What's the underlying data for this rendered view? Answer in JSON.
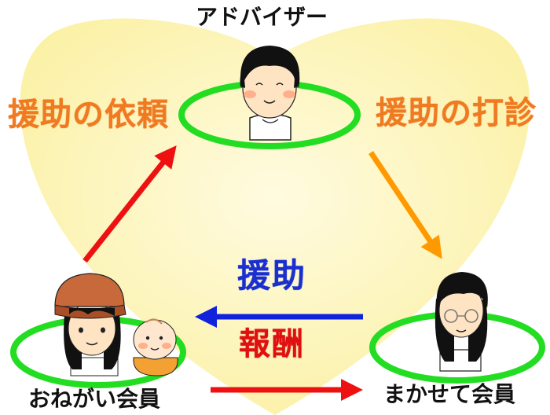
{
  "diagram": {
    "nodes": {
      "adviser": "アドバイザー",
      "requester": "おねがい会員",
      "helper": "まかせて会員"
    },
    "edges": {
      "request_help": "援助の依頼",
      "propose_help": "援助の打診",
      "help": "援助",
      "reward": "報酬"
    },
    "colors": {
      "background_heart": "#fcf4b4",
      "ring": "#22dd22",
      "label_orange": "#f07a22",
      "arrow_red": "#ee1111",
      "arrow_orange": "#ff9900",
      "arrow_blue": "#1122dd"
    }
  }
}
